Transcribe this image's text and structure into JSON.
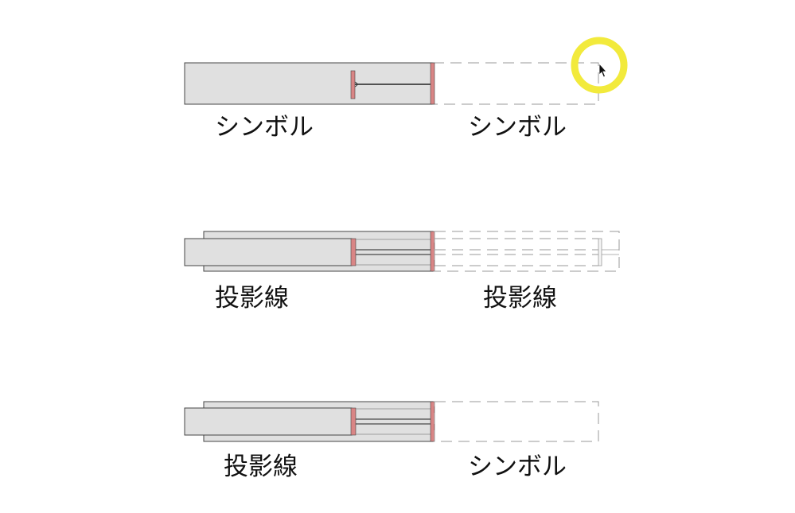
{
  "colors": {
    "panel_fill": "#e0e0e0",
    "section_fill": "#d98585",
    "outline": "#444444",
    "hidden_line": "#9a9a9a",
    "cursor_highlight": "#f2ea3c"
  },
  "rows": [
    {
      "left_label": "シンボル",
      "right_label": "シンボル"
    },
    {
      "left_label": "投影線",
      "right_label": "投影線"
    },
    {
      "left_label": "投影線",
      "right_label": "シンボル"
    }
  ],
  "cursor": {
    "icon": "mouse-pointer-icon",
    "highlight": "yellow-ring"
  }
}
